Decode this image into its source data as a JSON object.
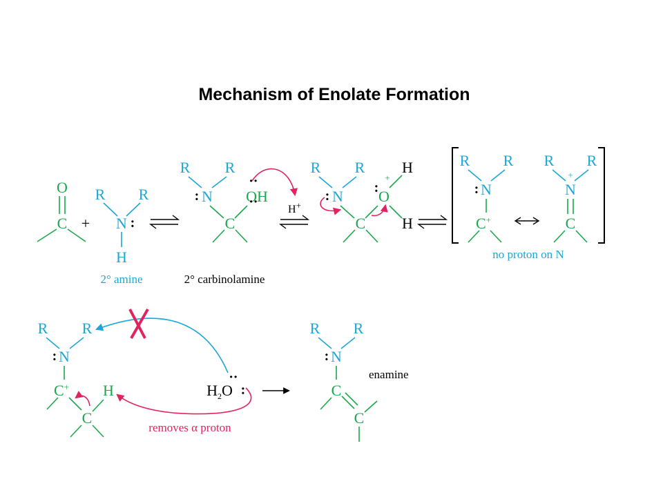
{
  "title": "Mechanism of Enolate Formation",
  "colors": {
    "carbon_skeleton": "#1aa84a",
    "nitrogen_blue": "#1ca6d6",
    "arrow_red": "#e0245e",
    "text": "#000000",
    "x_mark": "#e0245e"
  },
  "atoms": {
    "O": "O",
    "C": "C",
    "N": "N",
    "R": "R",
    "H": "H",
    "OH": "OH",
    "H2O_H": "H",
    "H2O_sub": "2",
    "H2O_O": "O",
    "C_plus": "C",
    "plus": "+",
    "reagent_H": "H"
  },
  "symbols": {
    "plus_between": "+",
    "lone_pair": ":",
    "resonance": "⟷",
    "forward": "⟶"
  },
  "labels": {
    "secondary_amine": "2° amine",
    "carbinolamine": "2° carbinolamine",
    "no_proton": "no proton on N",
    "removes_alpha": "removes α proton",
    "enamine": "enamine"
  },
  "icons": {
    "equilibrium": "equilibrium-arrows-icon",
    "curved_arrow": "curved-arrow-icon",
    "bracket": "bracket-icon",
    "x_mark": "x-mark-icon"
  }
}
